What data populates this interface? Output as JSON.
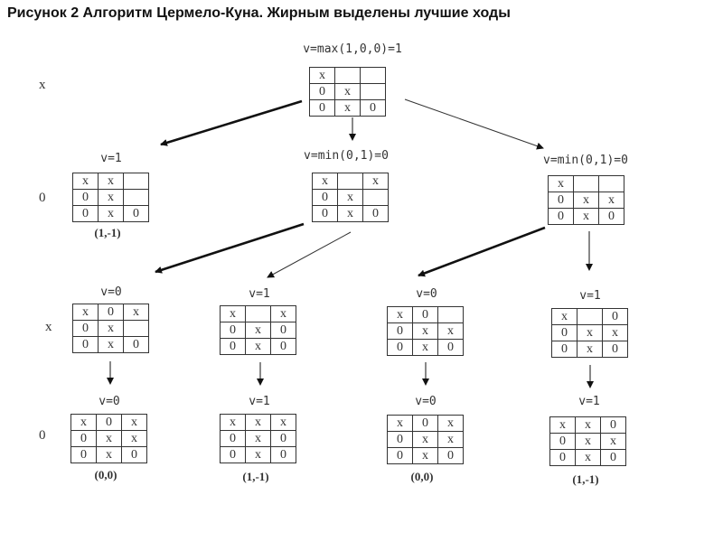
{
  "title": "Рисунок 2  Алгоритм Цермело-Куна. Жирным выделены лучшие ходы",
  "row_labels": [
    "x",
    "0",
    "x",
    "0"
  ],
  "nodes": {
    "root": {
      "label": "v=max(1,0,0)=1",
      "board": [
        [
          "x",
          "",
          ""
        ],
        [
          "0",
          "x",
          ""
        ],
        [
          "0",
          "x",
          "0"
        ]
      ]
    },
    "l1a": {
      "label": "v=1",
      "board": [
        [
          "x",
          "x",
          ""
        ],
        [
          "0",
          "x",
          ""
        ],
        [
          "0",
          "x",
          "0"
        ]
      ],
      "score": "(1,-1)"
    },
    "l1b": {
      "label": "v=min(0,1)=0",
      "board": [
        [
          "x",
          "",
          "x"
        ],
        [
          "0",
          "x",
          ""
        ],
        [
          "0",
          "x",
          "0"
        ]
      ]
    },
    "l1c": {
      "label": "v=min(0,1)=0",
      "board": [
        [
          "x",
          "",
          ""
        ],
        [
          "0",
          "x",
          "x"
        ],
        [
          "0",
          "x",
          "0"
        ]
      ]
    },
    "l2a": {
      "label": "v=0",
      "board": [
        [
          "x",
          "0",
          "x"
        ],
        [
          "0",
          "x",
          ""
        ],
        [
          "0",
          "x",
          "0"
        ]
      ]
    },
    "l2b": {
      "label": "v=1",
      "board": [
        [
          "x",
          "",
          "x"
        ],
        [
          "0",
          "x",
          "0"
        ],
        [
          "0",
          "x",
          "0"
        ]
      ]
    },
    "l2c": {
      "label": "v=0",
      "board": [
        [
          "x",
          "0",
          ""
        ],
        [
          "0",
          "x",
          "x"
        ],
        [
          "0",
          "x",
          "0"
        ]
      ]
    },
    "l2d": {
      "label": "v=1",
      "board": [
        [
          "x",
          "",
          "0"
        ],
        [
          "0",
          "x",
          "x"
        ],
        [
          "0",
          "x",
          "0"
        ]
      ]
    },
    "l3a": {
      "label": "v=0",
      "board": [
        [
          "x",
          "0",
          "x"
        ],
        [
          "0",
          "x",
          "x"
        ],
        [
          "0",
          "x",
          "0"
        ]
      ],
      "score": "(0,0)"
    },
    "l3b": {
      "label": "v=1",
      "board": [
        [
          "x",
          "x",
          "x"
        ],
        [
          "0",
          "x",
          "0"
        ],
        [
          "0",
          "x",
          "0"
        ]
      ],
      "score": "(1,-1)"
    },
    "l3c": {
      "label": "v=0",
      "board": [
        [
          "x",
          "0",
          "x"
        ],
        [
          "0",
          "x",
          "x"
        ],
        [
          "0",
          "x",
          "0"
        ]
      ],
      "score": "(0,0)"
    },
    "l3d": {
      "label": "v=1",
      "board": [
        [
          "x",
          "x",
          "0"
        ],
        [
          "0",
          "x",
          "x"
        ],
        [
          "0",
          "x",
          "0"
        ]
      ],
      "score": "(1,-1)"
    }
  }
}
